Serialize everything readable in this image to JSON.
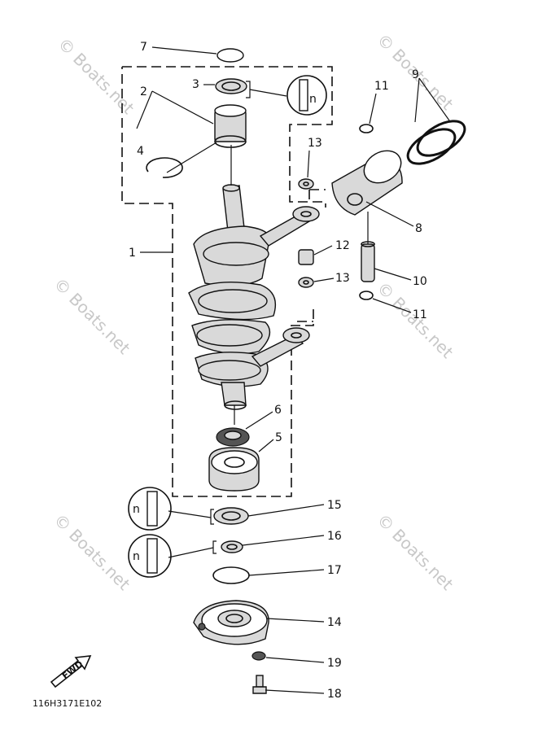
{
  "diagram": {
    "part_numbers": {
      "p1": "1",
      "p2": "2",
      "p3": "3",
      "p4": "4",
      "p5": "5",
      "p6": "6",
      "p7": "7",
      "p8": "8",
      "p9": "9",
      "p10": "10",
      "p11a": "11",
      "p11b": "11",
      "p12": "12",
      "p13a": "13",
      "p13b": "13",
      "p14": "14",
      "p15": "15",
      "p16": "16",
      "p17": "17",
      "p18": "18",
      "p19": "19"
    },
    "drawing_code": "116H3171E102",
    "fwd_label": "FWD",
    "watermark": "© Boats.net",
    "lip_symbol": "n"
  }
}
